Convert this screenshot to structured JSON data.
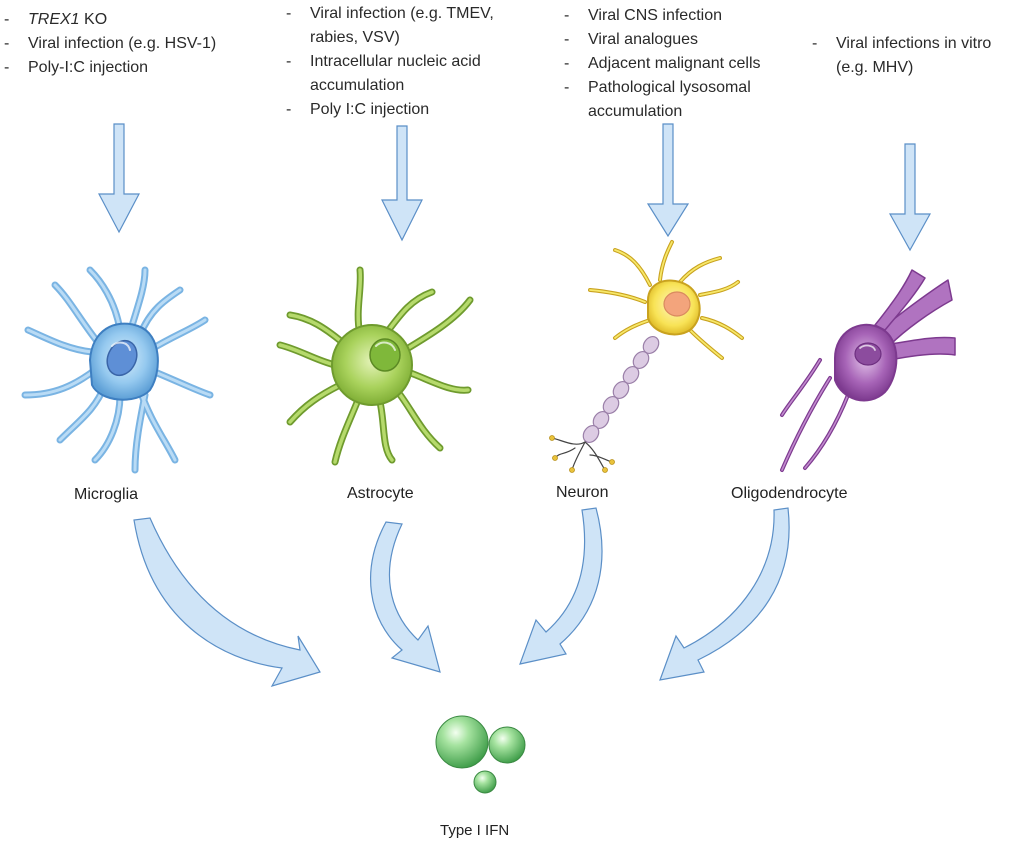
{
  "cells": [
    {
      "name": "Microglia",
      "triggers": [
        {
          "italic": "TREX1",
          "text": " KO"
        },
        {
          "italic": "",
          "text": "Viral infection (e.g. HSV-1)"
        },
        {
          "italic": "",
          "text": "Poly-I:C injection"
        }
      ]
    },
    {
      "name": "Astrocyte",
      "triggers": [
        {
          "italic": "",
          "text": "Viral infection (e.g. TMEV, rabies, VSV)"
        },
        {
          "italic": "",
          "text": "Intracellular nucleic acid accumulation"
        },
        {
          "italic": "",
          "text": "Poly I:C injection"
        }
      ]
    },
    {
      "name": "Neuron",
      "triggers": [
        {
          "italic": "",
          "text": "Viral CNS infection"
        },
        {
          "italic": "",
          "text": "Viral analogues"
        },
        {
          "italic": "",
          "text": "Adjacent malignant cells"
        },
        {
          "italic": "",
          "text": "Pathological lysosomal accumulation"
        }
      ]
    },
    {
      "name": "Oligodendrocyte",
      "triggers": [
        {
          "italic": "",
          "text": "Viral infections in vitro (e.g. MHV)"
        }
      ]
    }
  ],
  "output": {
    "label": "Type I IFN"
  },
  "colors": {
    "arrow_fill": "#cfe4f7",
    "arrow_stroke": "#5b8fc7",
    "microglia": "#8fc3ec",
    "astrocyte": "#a6cf5a",
    "neuron_body": "#f7e35a",
    "neuron_axon": "#d8c3de",
    "oligodendrocyte": "#a562b4",
    "ifn": "#5fbf63"
  }
}
